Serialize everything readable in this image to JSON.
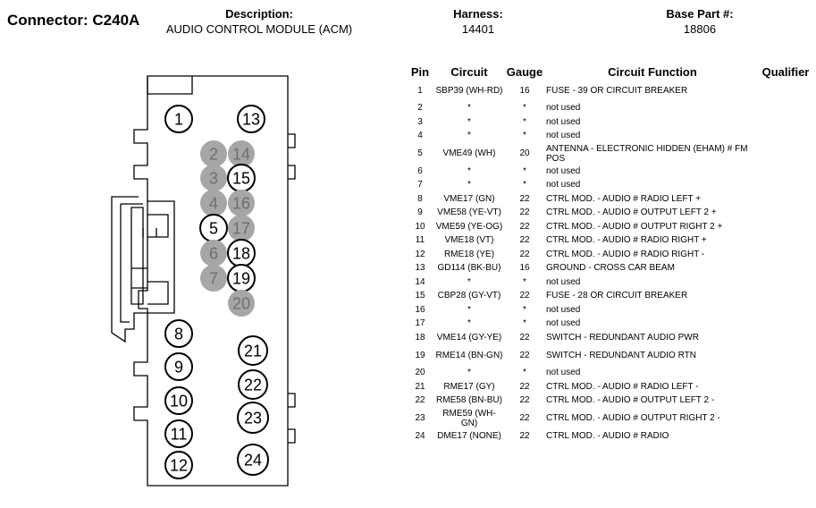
{
  "header": {
    "connector_label": "Connector: C240A",
    "description_label": "Description:",
    "description_value": "AUDIO CONTROL MODULE (ACM)",
    "harness_label": "Harness:",
    "harness_value": "14401",
    "base_part_label": "Base Part #:",
    "base_part_value": "18806"
  },
  "table": {
    "headers": {
      "pin": "Pin",
      "circuit": "Circuit",
      "gauge": "Gauge",
      "function": "Circuit Function",
      "qualifier": "Qualifier"
    },
    "rows": [
      {
        "pin": "1",
        "circuit": "SBP39 (WH-RD)",
        "gauge": "16",
        "function": "FUSE - 39 OR CIRCUIT BREAKER",
        "tall": true
      },
      {
        "pin": "2",
        "circuit": "*",
        "gauge": "*",
        "function": "not used"
      },
      {
        "pin": "3",
        "circuit": "*",
        "gauge": "*",
        "function": "not used"
      },
      {
        "pin": "4",
        "circuit": "*",
        "gauge": "*",
        "function": "not used"
      },
      {
        "pin": "5",
        "circuit": "VME49 (WH)",
        "gauge": "20",
        "function": "ANTENNA - ELECTRONIC HIDDEN (EHAM) # FM POS",
        "tall": true
      },
      {
        "pin": "6",
        "circuit": "*",
        "gauge": "*",
        "function": "not used"
      },
      {
        "pin": "7",
        "circuit": "*",
        "gauge": "*",
        "function": "not used"
      },
      {
        "pin": "8",
        "circuit": "VME17 (GN)",
        "gauge": "22",
        "function": "CTRL MOD. - AUDIO # RADIO LEFT +"
      },
      {
        "pin": "9",
        "circuit": "VME58 (YE-VT)",
        "gauge": "22",
        "function": "CTRL MOD. - AUDIO # OUTPUT LEFT 2 +"
      },
      {
        "pin": "10",
        "circuit": "VME59 (YE-OG)",
        "gauge": "22",
        "function": "CTRL MOD. - AUDIO # OUTPUT RIGHT 2 +"
      },
      {
        "pin": "11",
        "circuit": "VME18 (VT)",
        "gauge": "22",
        "function": "CTRL MOD. - AUDIO # RADIO RIGHT +"
      },
      {
        "pin": "12",
        "circuit": "RME18 (YE)",
        "gauge": "22",
        "function": "CTRL MOD. - AUDIO # RADIO RIGHT -"
      },
      {
        "pin": "13",
        "circuit": "GD114 (BK-BU)",
        "gauge": "16",
        "function": "GROUND - CROSS CAR BEAM"
      },
      {
        "pin": "14",
        "circuit": "*",
        "gauge": "*",
        "function": "not used"
      },
      {
        "pin": "15",
        "circuit": "CBP28 (GY-VT)",
        "gauge": "22",
        "function": "FUSE - 28 OR CIRCUIT BREAKER"
      },
      {
        "pin": "16",
        "circuit": "*",
        "gauge": "*",
        "function": "not used"
      },
      {
        "pin": "17",
        "circuit": "*",
        "gauge": "*",
        "function": "not used"
      },
      {
        "pin": "18",
        "circuit": "VME14 (GY-YE)",
        "gauge": "22",
        "function": "SWITCH - REDUNDANT AUDIO PWR"
      },
      {
        "pin": "19",
        "circuit": "RME14 (BN-GN)",
        "gauge": "22",
        "function": "SWITCH - REDUNDANT AUDIO RTN",
        "tall": true
      },
      {
        "pin": "20",
        "circuit": "*",
        "gauge": "*",
        "function": "not used"
      },
      {
        "pin": "21",
        "circuit": "RME17 (GY)",
        "gauge": "22",
        "function": "CTRL MOD. - AUDIO # RADIO LEFT -"
      },
      {
        "pin": "22",
        "circuit": "RME58 (BN-BU)",
        "gauge": "22",
        "function": "CTRL MOD. - AUDIO # OUTPUT LEFT 2 -"
      },
      {
        "pin": "23",
        "circuit": "RME59 (WH-GN)",
        "gauge": "22",
        "function": "CTRL MOD. - AUDIO # OUTPUT RIGHT 2 -",
        "tall": true
      },
      {
        "pin": "24",
        "circuit": "DME17 (NONE)",
        "gauge": "22",
        "function": "CTRL MOD. - AUDIO # RADIO"
      }
    ]
  },
  "diagram": {
    "pins": [
      {
        "label": "1",
        "state": "used"
      },
      {
        "label": "13",
        "state": "used"
      },
      {
        "label": "2",
        "state": "unused"
      },
      {
        "label": "14",
        "state": "unused"
      },
      {
        "label": "3",
        "state": "unused"
      },
      {
        "label": "15",
        "state": "used"
      },
      {
        "label": "4",
        "state": "unused"
      },
      {
        "label": "16",
        "state": "unused"
      },
      {
        "label": "5",
        "state": "used"
      },
      {
        "label": "17",
        "state": "unused"
      },
      {
        "label": "6",
        "state": "unused"
      },
      {
        "label": "18",
        "state": "used"
      },
      {
        "label": "7",
        "state": "unused"
      },
      {
        "label": "19",
        "state": "used"
      },
      {
        "label": "20",
        "state": "unused"
      },
      {
        "label": "8",
        "state": "used"
      },
      {
        "label": "21",
        "state": "used"
      },
      {
        "label": "9",
        "state": "used"
      },
      {
        "label": "22",
        "state": "used"
      },
      {
        "label": "10",
        "state": "used"
      },
      {
        "label": "23",
        "state": "used"
      },
      {
        "label": "11",
        "state": "used"
      },
      {
        "label": "12",
        "state": "used"
      },
      {
        "label": "24",
        "state": "used"
      }
    ],
    "colors": {
      "unused_fill": "#a6a6a6",
      "unused_text": "#6e6e6e",
      "used_fill": "#ffffff",
      "stroke": "#000000"
    }
  }
}
